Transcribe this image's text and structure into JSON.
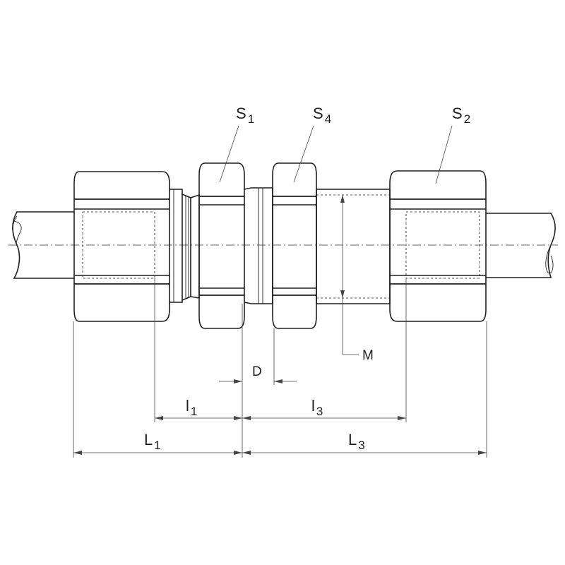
{
  "labels": {
    "s1": {
      "main": "S",
      "sub": "1"
    },
    "s4": {
      "main": "S",
      "sub": "4"
    },
    "s2": {
      "main": "S",
      "sub": "2"
    },
    "m": "M",
    "d": "D",
    "l1_small": {
      "main": "l",
      "sub": "1"
    },
    "l3_small": {
      "main": "l",
      "sub": "3"
    },
    "L1": {
      "main": "L",
      "sub": "1"
    },
    "L3": {
      "main": "L",
      "sub": "3"
    }
  }
}
